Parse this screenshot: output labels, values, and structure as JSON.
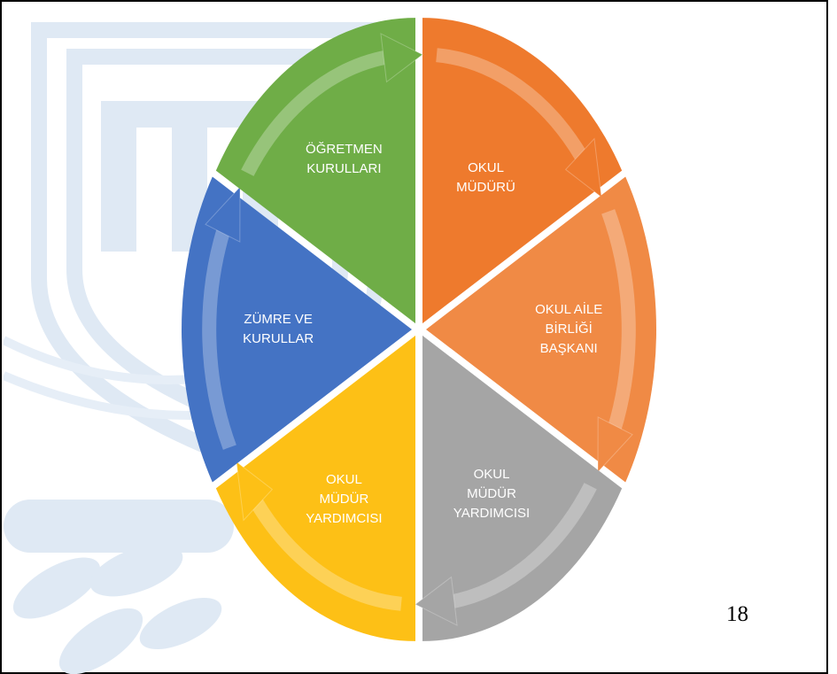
{
  "colors": {
    "orange": "#ee7a2d",
    "orange_light": "#f08a45",
    "gray": "#a5a5a5",
    "yellow": "#fdc016",
    "blue": "#4473c4",
    "green": "#6fad47",
    "watermark": "#dfe9f4"
  },
  "segments": [
    {
      "label": "OKUL\nMÜDÜRÜ",
      "color_key": "orange"
    },
    {
      "label": "OKUL AİLE\nBİRLİĞİ\nBAŞKANI",
      "color_key": "orange_light"
    },
    {
      "label": "OKUL\nMÜDÜR\nYARDIMCISI",
      "color_key": "gray"
    },
    {
      "label": "OKUL\nMÜDÜR\nYARDIMCISI",
      "color_key": "yellow"
    },
    {
      "label": "ZÜMRE VE\nKURULLAR",
      "color_key": "blue"
    },
    {
      "label": "ÖĞRETMEN\nKURULLARI",
      "color_key": "green"
    }
  ],
  "page_number": "18"
}
